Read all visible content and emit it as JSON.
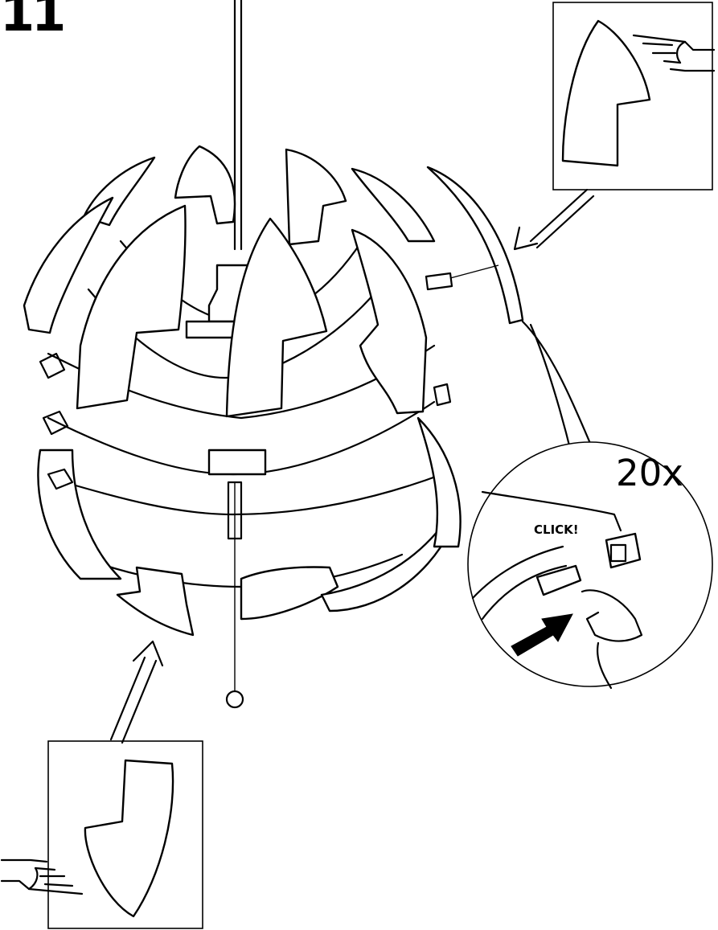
{
  "step": {
    "number": "11"
  },
  "callout": {
    "count": "20x",
    "click_text": "CLICK!"
  },
  "icons": {
    "pointing_hand_top": "pointing-hand-icon",
    "pointing_hand_bottom": "pointing-hand-icon",
    "arrow_top": "arrow-down-left-icon",
    "arrow_bottom": "arrow-up-right-icon",
    "push_arrow": "arrow-up-right-icon"
  }
}
